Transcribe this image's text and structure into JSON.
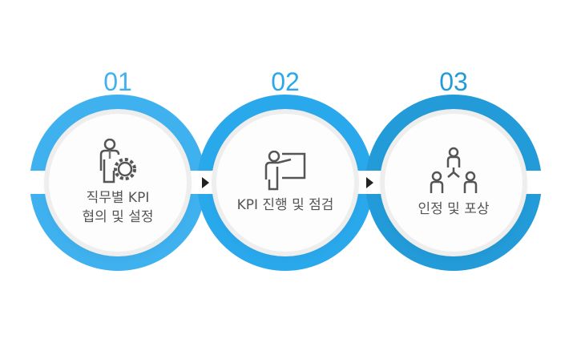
{
  "steps": [
    {
      "number": "01",
      "label_line1": "직무별 KPI",
      "label_line2": "협의 및 설정",
      "icon": "person-gear-icon",
      "color": "#3fb1ee"
    },
    {
      "number": "02",
      "label_line1": "KPI 진행 및 점검",
      "icon": "presenter-board-icon",
      "color": "#2aa8ec"
    },
    {
      "number": "03",
      "label_line1": "인정 및 포상",
      "icon": "team-hierarchy-icon",
      "color": "#229bd8"
    }
  ]
}
